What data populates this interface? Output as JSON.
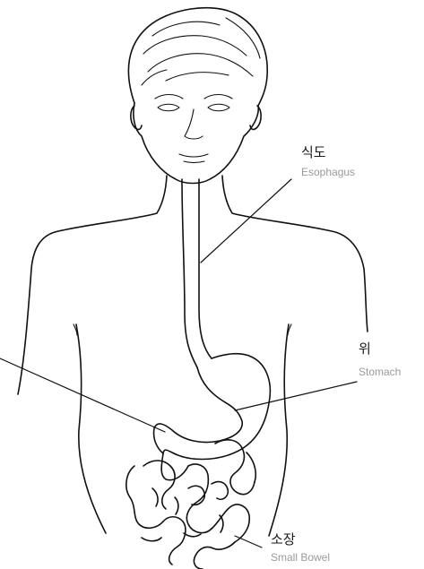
{
  "labels": {
    "esophagus": {
      "korean": "식도",
      "english": "Esophagus"
    },
    "stomach": {
      "korean": "위",
      "english": "Stomach"
    },
    "small_bowel": {
      "korean": "소장",
      "english": "Small Bowel"
    }
  }
}
